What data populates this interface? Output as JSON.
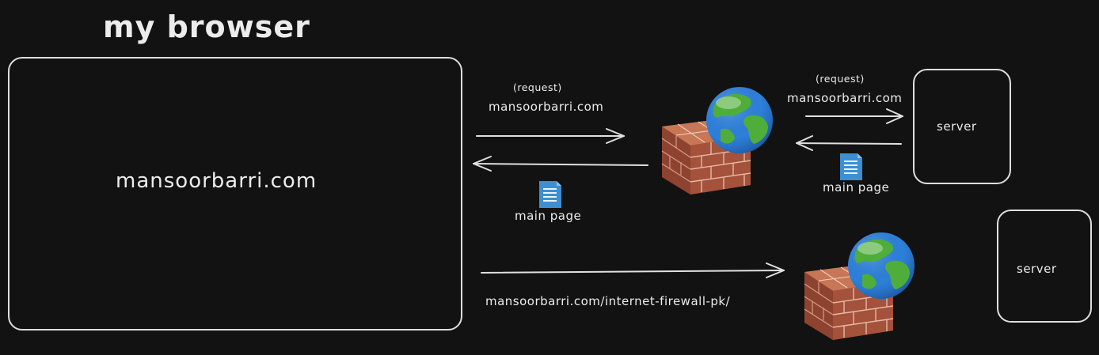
{
  "browser": {
    "title": "my browser",
    "address": "mansoorbarri.com"
  },
  "top_flow": {
    "request_label": "(request)",
    "request_url": "mansoorbarri.com",
    "response_label": "main page",
    "server_request_label": "(request)",
    "server_request_url": "mansoorbarri.com",
    "server_response_label": "main page",
    "server_label": "server"
  },
  "bottom_flow": {
    "request_url": "mansoorbarri.com/internet-firewall-pk/",
    "server_label": "server"
  },
  "colors": {
    "background": "#121212",
    "stroke": "#dedede",
    "document_icon": "#3d8fd1",
    "brick": "#a4523b",
    "globe_blue": "#2d7fd8",
    "globe_green": "#4fae3a"
  },
  "icons": [
    "firewall-icon",
    "document-icon",
    "globe-icon"
  ]
}
